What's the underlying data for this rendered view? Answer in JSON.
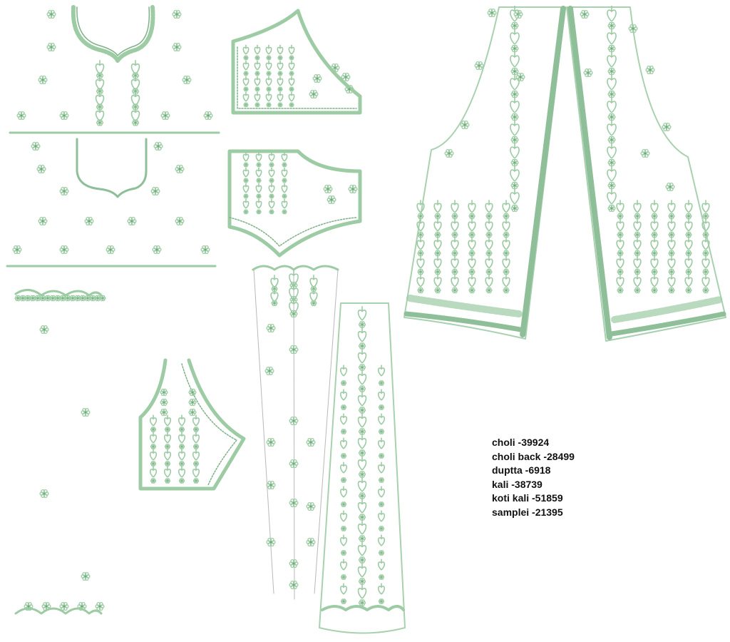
{
  "colors": {
    "thread": "#9ccba4",
    "thread_dark": "#6fa97b",
    "guide_line": "#b9b9b9",
    "text": "#111111"
  },
  "stitch_counts": [
    {
      "label": "choli -39924"
    },
    {
      "label": "choli back -28499"
    },
    {
      "label": "duptta -6918"
    },
    {
      "label": "kali -38739"
    },
    {
      "label": "koti kali -51859"
    },
    {
      "label": "samplei -21395"
    }
  ]
}
